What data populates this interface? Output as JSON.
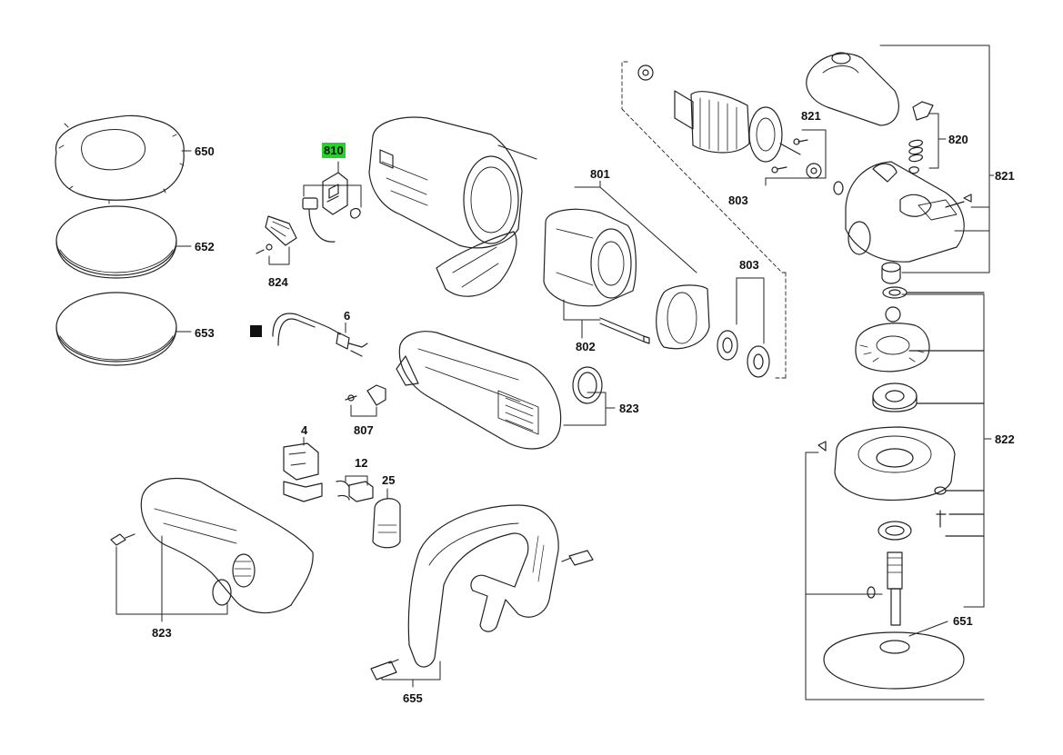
{
  "diagram": {
    "highlight_color": "#22d42a",
    "highlighted_part": "810",
    "line_color": "#222222",
    "labels": {
      "p650": "650",
      "p652": "652",
      "p653": "653",
      "p810": "810",
      "p824": "824",
      "p801": "801",
      "p803a": "803",
      "p803b": "803",
      "p802": "802",
      "p6": "6",
      "p807": "807",
      "p823a": "823",
      "p823b": "823",
      "p4": "4",
      "p12": "12",
      "p25": "25",
      "p655": "655",
      "p821a": "821",
      "p821b": "821",
      "p820": "820",
      "p822": "822",
      "p651": "651"
    }
  }
}
